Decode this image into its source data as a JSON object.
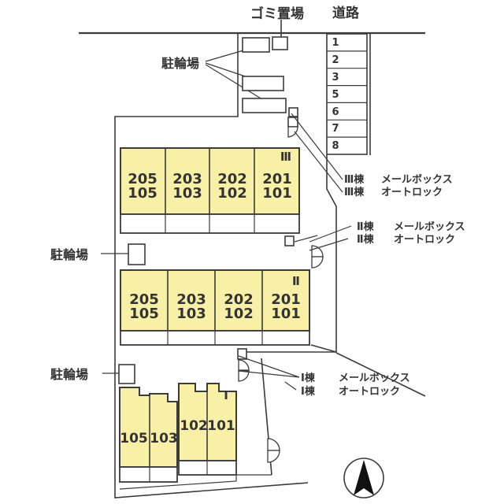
{
  "colors": {
    "unit_fill": "#F9F0A7",
    "line": "#3b3b3b",
    "text": "#333333"
  },
  "top": {
    "garbage_label": "ゴミ置場",
    "road_label": "道路"
  },
  "bicycle_parking_label": "駐輪場",
  "parking": {
    "spaces": [
      "1",
      "2",
      "3",
      "5",
      "6",
      "7",
      "8"
    ]
  },
  "building3": {
    "name": "Ⅲ",
    "cells": [
      [
        "205",
        "105"
      ],
      [
        "203",
        "103"
      ],
      [
        "202",
        "102"
      ],
      [
        "201",
        "101"
      ]
    ]
  },
  "building2": {
    "name": "Ⅱ",
    "cells": [
      [
        "205",
        "105"
      ],
      [
        "203",
        "103"
      ],
      [
        "202",
        "102"
      ],
      [
        "201",
        "101"
      ]
    ]
  },
  "building1": {
    "name": "Ⅰ",
    "cells": [
      "105",
      "103",
      "102",
      "101"
    ]
  },
  "annotations": {
    "b3": {
      "bldg": "Ⅲ棟",
      "mailbox": "メールボックス",
      "autolock": "オートロック"
    },
    "b2": {
      "bldg": "Ⅱ棟",
      "mailbox": "メールボックス",
      "autolock": "オートロック"
    },
    "b1": {
      "bldg": "Ⅰ棟",
      "mailbox": "メールボックス",
      "autolock": "オートロック"
    }
  }
}
